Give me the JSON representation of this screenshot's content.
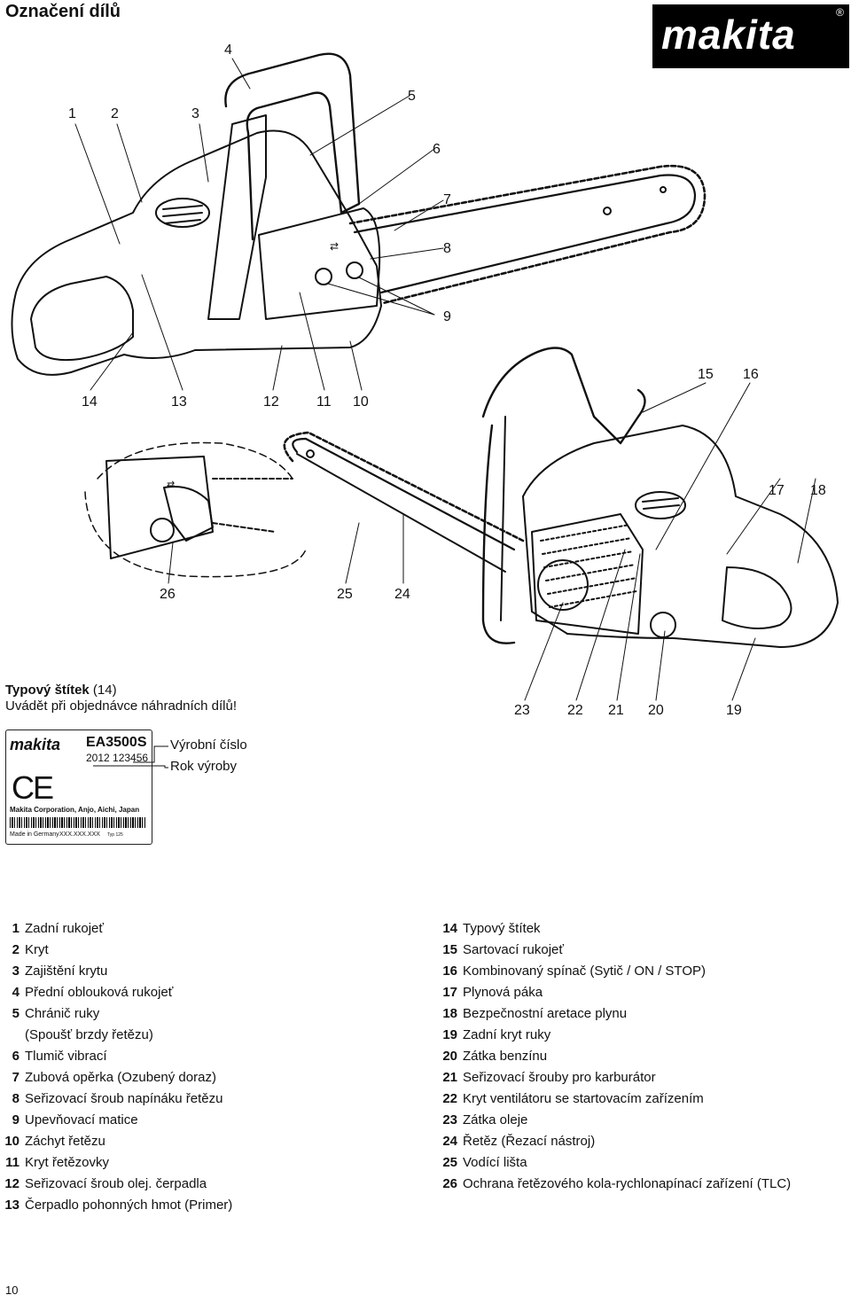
{
  "page": {
    "title": "Označení dílů",
    "page_number": "10"
  },
  "logo": {
    "text": "makita",
    "registered": "®"
  },
  "callouts": {
    "top": [
      "1",
      "2",
      "3",
      "4",
      "5",
      "6",
      "7",
      "8",
      "9",
      "14",
      "13",
      "12",
      "11",
      "10"
    ],
    "bottom": [
      "15",
      "16",
      "17",
      "18",
      "26",
      "25",
      "24",
      "23",
      "22",
      "21",
      "20",
      "19"
    ]
  },
  "typplate": {
    "heading_bold": "Typový štítek",
    "heading_rest": " (14)",
    "note": "Uvádět při objednávce náhradních dílů!",
    "logo": "makita",
    "model": "EA3500S",
    "serial": "2012 123456",
    "ce_mark": "CE",
    "corporation": "Makita Corporation, Anjo, Aichi, Japan",
    "made_in": "Made in Germany",
    "code": "XXX.XXX.XXX",
    "typ": "Typ 125",
    "label_serial": "Výrobní číslo",
    "label_year": "Rok výroby"
  },
  "parts_left": [
    {
      "num": "1",
      "label": "Zadní rukojeť"
    },
    {
      "num": "2",
      "label": "Kryt"
    },
    {
      "num": "3",
      "label": "Zajištění krytu"
    },
    {
      "num": "4",
      "label": "Přední oblouková rukojeť"
    },
    {
      "num": "5",
      "label": "Chránič ruky",
      "cont": "(Spoušť brzdy řetězu)"
    },
    {
      "num": "6",
      "label": "Tlumič vibrací"
    },
    {
      "num": "7",
      "label": "Zubová opěrka (Ozubený doraz)"
    },
    {
      "num": "8",
      "label": "Seřizovací šroub napínáku řetězu"
    },
    {
      "num": "9",
      "label": "Upevňovací matice"
    },
    {
      "num": "10",
      "label": "Záchyt řetězu"
    },
    {
      "num": "11",
      "label": "Kryt řetězovky"
    },
    {
      "num": "12",
      "label": "Seřizovací šroub olej. čerpadla"
    },
    {
      "num": "13",
      "label": "Čerpadlo pohonných hmot (Primer)"
    }
  ],
  "parts_right": [
    {
      "num": "14",
      "label": "Typový štítek"
    },
    {
      "num": "15",
      "label": "Sartovací rukojeť"
    },
    {
      "num": "16",
      "label": "Kombinovaný spínač (Sytič / ON / STOP)"
    },
    {
      "num": "17",
      "label": "Plynová páka"
    },
    {
      "num": "18",
      "label": "Bezpečnostní aretace plynu"
    },
    {
      "num": "19",
      "label": "Zadní kryt ruky"
    },
    {
      "num": "20",
      "label": "Zátka benzínu"
    },
    {
      "num": "21",
      "label": "Seřizovací šrouby pro karburátor"
    },
    {
      "num": "22",
      "label": "Kryt ventilátoru se startovacím zařízením"
    },
    {
      "num": "23",
      "label": "Zátka oleje"
    },
    {
      "num": "24",
      "label": "Řetěz (Řezací nástroj)"
    },
    {
      "num": "25",
      "label": "Vodící lišta"
    },
    {
      "num": "26",
      "label": "Ochrana řetězového kola-rychlonapínací zařízení (TLC)"
    }
  ]
}
